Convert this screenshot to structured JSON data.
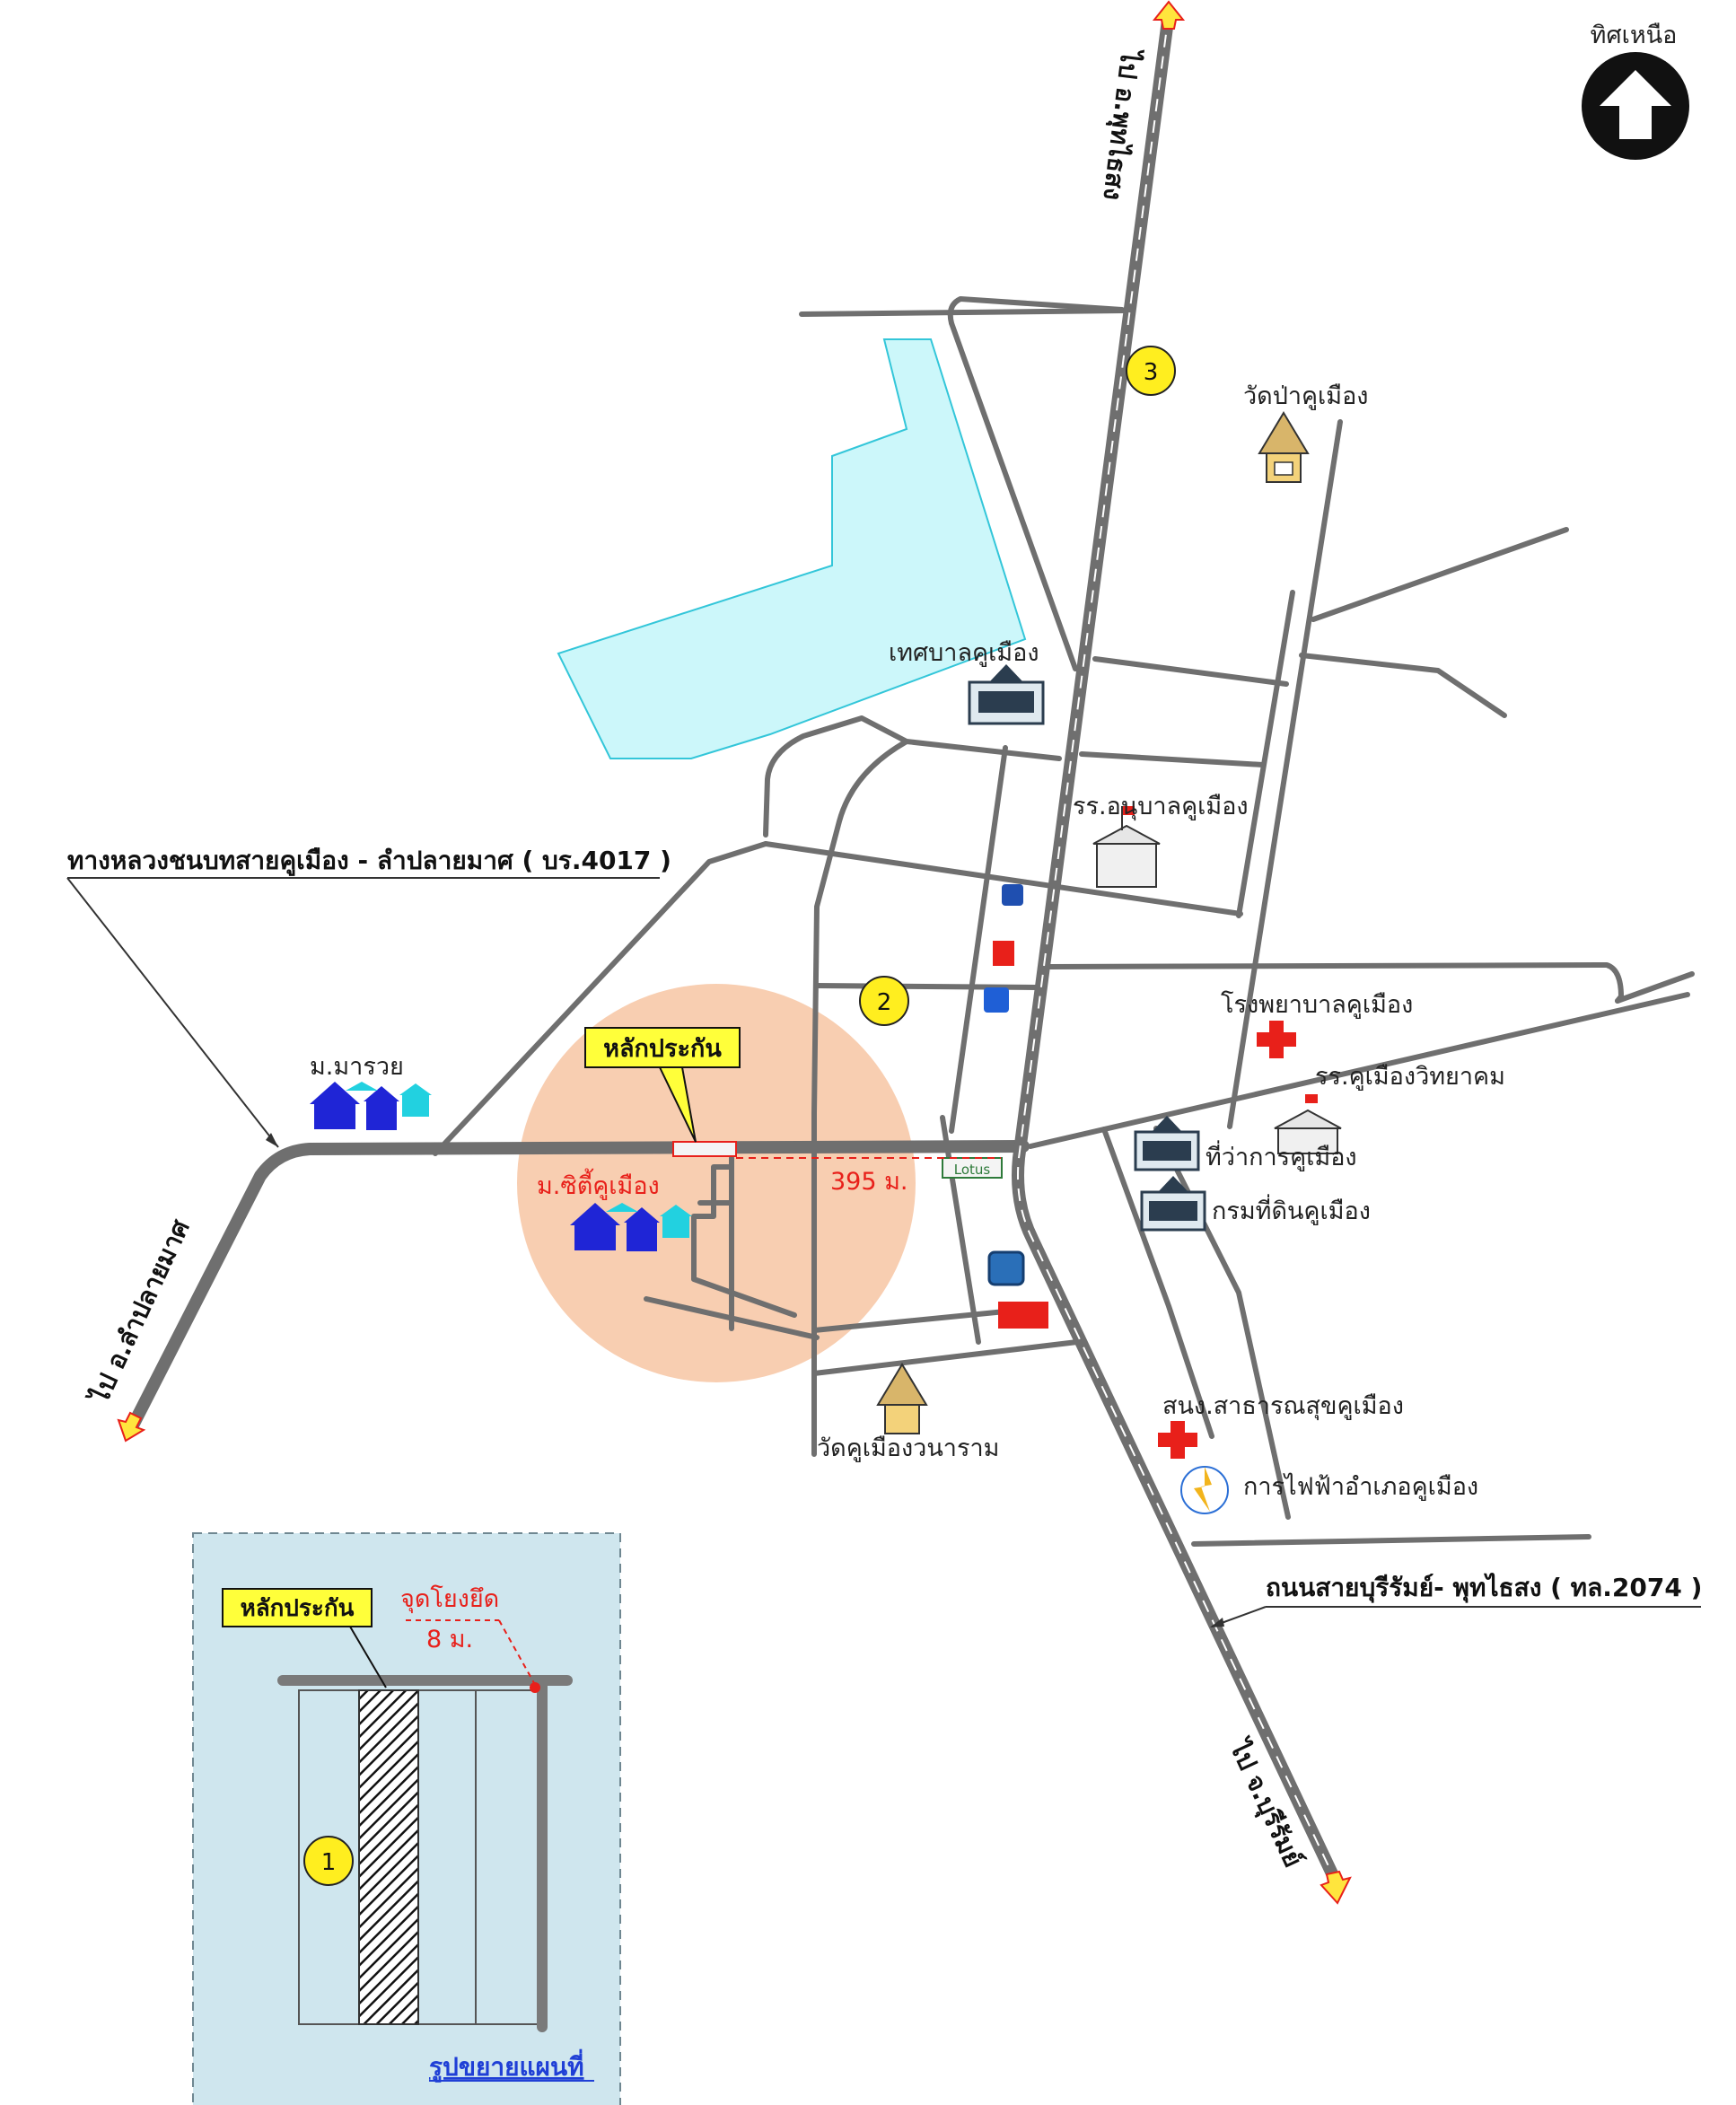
{
  "north": {
    "label": "ทิศเหนือ"
  },
  "roads": {
    "to_phutthaisong": "ไป อ.พุทไธสง",
    "to_buriram": "ไป จ.บุรีรัมย์",
    "to_lamplaimat": "ไป อ.ลำปลายมาศ",
    "rural_road": "ทางหลวงชนบทสายคูเมือง - ลำปลายมาศ ( บร.4017 )",
    "highway_2074": "ถนนสายบุรีรัมย์- พุทไธสง ( ทล.2074 )"
  },
  "places": {
    "wat_pa": "วัดป่าคูเมือง",
    "municipality": "เทศบาลคูเมือง",
    "kindergarten": "รร.อนุบาลคูเมือง",
    "hospital": "โรงพยาบาลคูเมือง",
    "school": "รร.คูเมืองวิทยาคม",
    "district_office": "ที่ว่าการคูเมือง",
    "land_dept": "กรมที่ดินคูเมือง",
    "health_office": "สนง.สาธารณสุขคูเมือง",
    "electricity": "การไฟฟ้าอำเภอคูเมือง",
    "wat_khu": "วัดคูเมืองวนาราม",
    "village_marauay": "ม.มารวย",
    "village_city": "ม.ซิตี้คูเมือง",
    "lotus": "Lotus"
  },
  "markers": {
    "m1": "1",
    "m2": "2",
    "m3": "3"
  },
  "collateral": {
    "label": "หลักประกัน",
    "distance": "395 ม."
  },
  "inset": {
    "collateral": "หลักประกัน",
    "anchor": "จุดโยงยึด",
    "anchor_distance": "8 ม.",
    "title": "รูปขยายแผนที่"
  },
  "colors": {
    "road": "#6f6f6f",
    "lake": "#ccf7fa",
    "lake_border": "#33c6d9",
    "circle": "#f7c9a8",
    "marker": "#ffee1f",
    "label_box": "#ffff3a",
    "inset_bg": "#cfe6ee",
    "house_blue": "#1f25d6",
    "house_cyan": "#22d1e0",
    "red": "#e8201a"
  }
}
